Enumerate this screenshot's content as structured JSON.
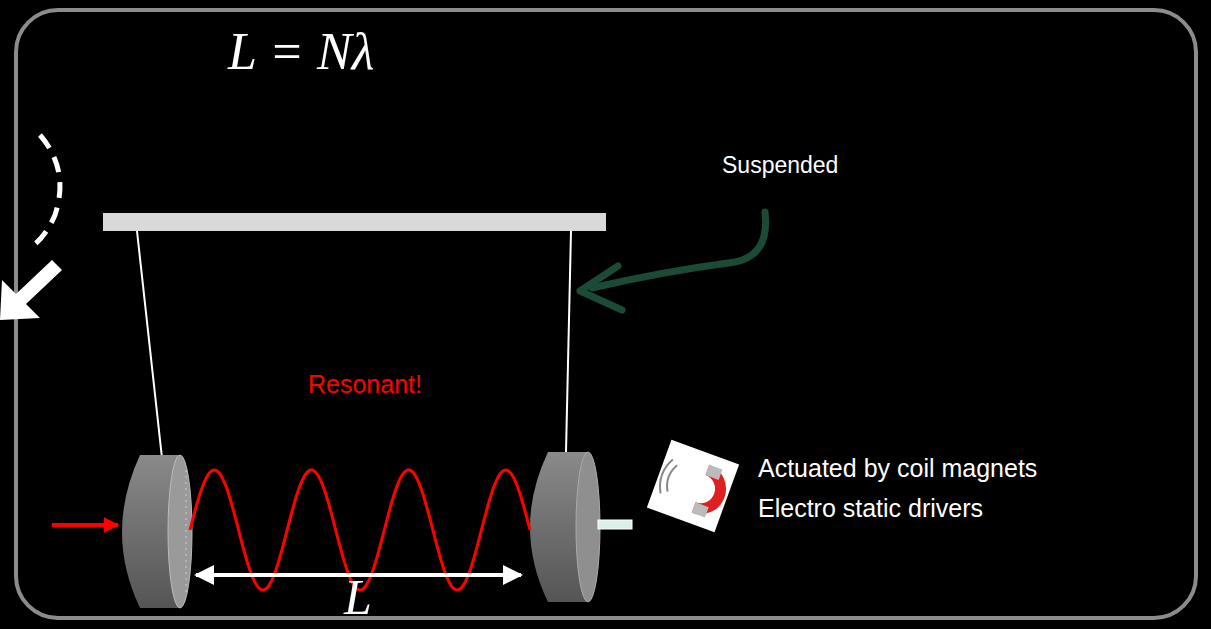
{
  "diagram": {
    "title": "L = Nλ",
    "labels": [
      "Suspended",
      "Resonant!",
      "Actuated by coil magnets",
      "Electro static drivers",
      "L"
    ]
  }
}
